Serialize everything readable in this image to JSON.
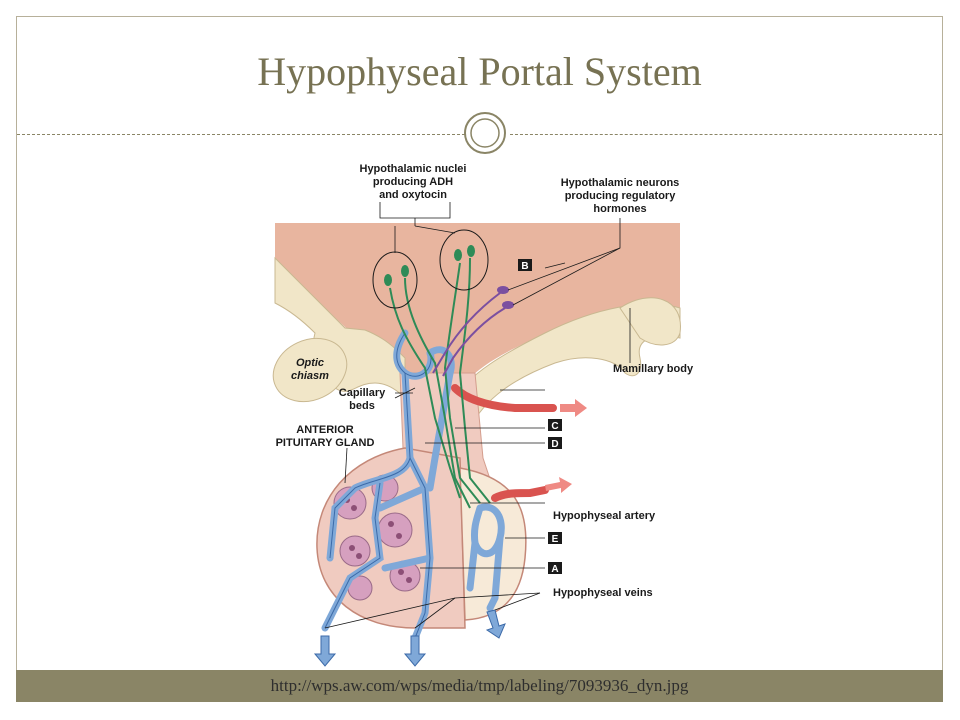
{
  "slide": {
    "title": "Hypophyseal Portal System",
    "source_url": "http://wps.aw.com/wps/media/tmp/labeling/7093936_dyn.jpg"
  },
  "diagram": {
    "labels": {
      "hypothalamic_nuclei": [
        "Hypothalamic nuclei",
        "producing ADH",
        "and oxytocin"
      ],
      "hypothalamic_neurons": [
        "Hypothalamic neurons",
        "producing regulatory",
        "hormones"
      ],
      "optic_chiasm": [
        "Optic",
        "chiasm"
      ],
      "mamillary_body": "Mamillary body",
      "capillary_beds": [
        "Capillary",
        "beds"
      ],
      "anterior_pituitary": [
        "ANTERIOR",
        "PITUITARY GLAND"
      ],
      "hypophyseal_artery": "Hypophyseal artery",
      "hypophyseal_veins": "Hypophyseal veins"
    },
    "letter_boxes": {
      "a": "A",
      "b": "B",
      "c": "C",
      "d": "D",
      "e": "E"
    }
  },
  "colors": {
    "title": "#777253",
    "frame": "#b7b09a",
    "footer_bar": "#8a8566",
    "hypothalamus": "#e8b59f",
    "bone": "#f1e6c8",
    "gland": "#f0cbc0",
    "vessel": "#7fa8d8",
    "artery": "#d9534f",
    "neuron_green": "#2e8b57",
    "neuron_purple": "#7b4fa0"
  }
}
